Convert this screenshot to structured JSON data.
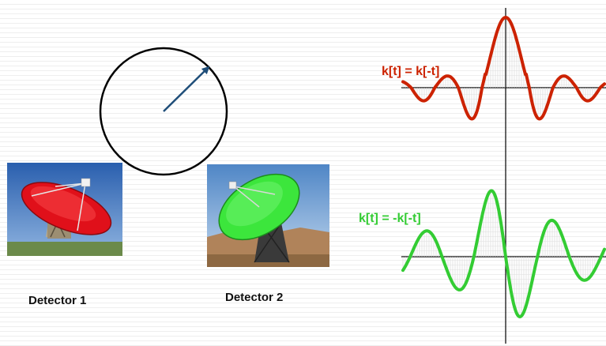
{
  "detector1": {
    "label": "Detector 1"
  },
  "detector2": {
    "label": "Detector 2"
  },
  "even_kernel": {
    "equation": "k[t] = k[-t]",
    "color": "#cc2200"
  },
  "odd_kernel": {
    "equation": "k[t] = -k[-t]",
    "color": "#33cc33"
  },
  "phasor": {
    "circle_color": "#000000",
    "arrow_color": "#1f4e79"
  },
  "dish1": {
    "dish_color": "#e0101a",
    "sky_color": "#2f6bb8"
  },
  "dish2": {
    "dish_color": "#3ce63c",
    "sky_color": "#6a9bd1"
  }
}
